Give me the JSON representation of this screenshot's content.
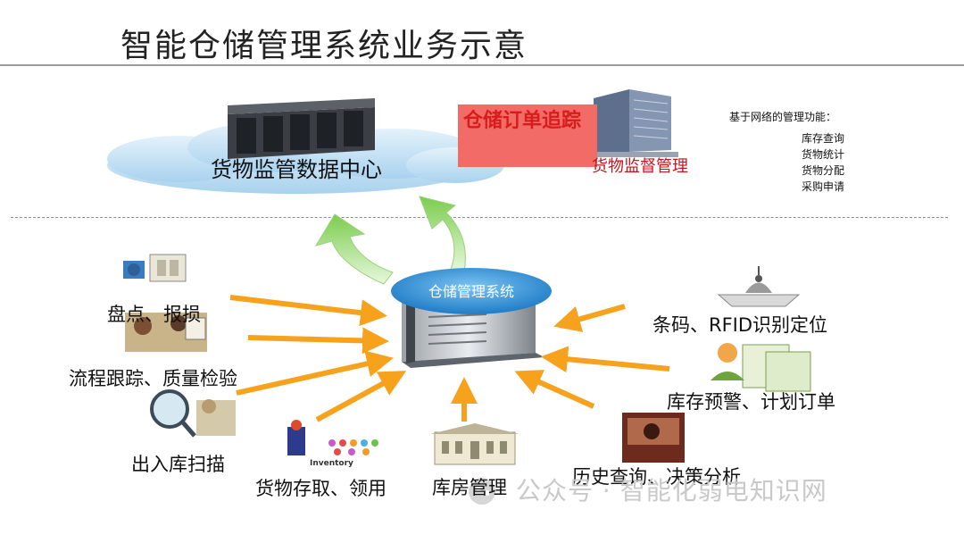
{
  "title": "智能仓储管理系统业务示意",
  "data_center": {
    "label": "货物监管数据中心"
  },
  "order_tracking": {
    "label": "仓储订单追踪"
  },
  "supervision": {
    "label": "货物监督管理"
  },
  "network_functions": {
    "heading": "基于网络的管理功能：",
    "items": [
      "库存查询",
      "货物统计",
      "货物分配",
      "采购申请"
    ]
  },
  "hub": {
    "label": "仓储管理系统"
  },
  "modules": {
    "inventory_check": "盘点、报损",
    "process_tracking": "流程跟踪、质量检验",
    "warehouse_in_out": "出入库扫描",
    "goods_access": "货物存取、领用",
    "inventory_badge": "Inventory",
    "storehouse": "库房管理",
    "history": "历史查询、决策分析",
    "stock_alert": "库存预警、计划订单",
    "barcode": "条码、RFID识别定位"
  },
  "watermark": "公众号 · 智能化弱电知识网",
  "colors": {
    "arrow": "#f7a21d",
    "cloud": "#b9dcf2",
    "up_arrow": "#8fd46a",
    "hub_top": "#2e8fd8",
    "order_box": "#f36b66"
  }
}
